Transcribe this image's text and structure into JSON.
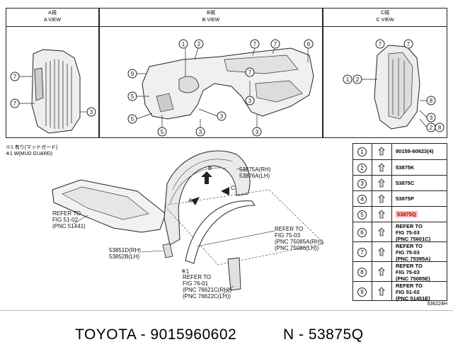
{
  "views": {
    "a": {
      "title_jp": "A視",
      "title_en": "A VIEW"
    },
    "b": {
      "title_jp": "B視",
      "title_en": "B VIEW"
    },
    "c": {
      "title_jp": "C視",
      "title_en": "C VIEW"
    }
  },
  "view_a_callouts": [
    "7",
    "7",
    "3"
  ],
  "view_b_callouts": [
    "1",
    "2",
    "7",
    "7",
    "6",
    "9",
    "5",
    "5",
    "5",
    "3",
    "3",
    "3",
    "3",
    "7"
  ],
  "view_c_callouts": [
    "7",
    "7",
    "1",
    "2",
    "8",
    "3",
    "2",
    "8"
  ],
  "notes": {
    "line1": "※1 有り(マッドガード)",
    "line2": "※1 W(MUD GUARD)"
  },
  "main_labels": {
    "part_a": "53875A(RH)",
    "part_a2": "53876A(LH)",
    "arrow_b": "B",
    "arrow_c": "C",
    "arrow_a": "A",
    "refer_left_1": "REFER TO",
    "refer_left_2": "FIG 51-02",
    "refer_left_3": "(PNC 51441)",
    "part_d": "53851D(RH)",
    "part_d2": "53852B(LH)",
    "mark1": "※1",
    "refer_mid_1": "REFER TO",
    "refer_mid_2": "FIG 75-03",
    "refer_mid_3": "(PNC 75085A(RH))",
    "refer_mid_4": "(PNC 75086(LH))",
    "refer_bot_1": "REFER TO",
    "refer_bot_2": "FIG 76-01",
    "refer_bot_3": "(PNC 76621C(RH))",
    "refer_bot_4": "(PNC 76622C(LH))"
  },
  "legend": [
    {
      "num": "1",
      "text": "90159-60623(4)"
    },
    {
      "num": "2",
      "text": "53875K"
    },
    {
      "num": "3",
      "text": "53875C"
    },
    {
      "num": "4",
      "text": "53875P"
    },
    {
      "num": "5",
      "text": "53875Q",
      "highlight": true
    },
    {
      "num": "6",
      "text": "REFER TO\nFIG 75-03\n(PNC 75601C)"
    },
    {
      "num": "7",
      "text": "REFER TO\nFIG 75-03\n(PNC 75395A)"
    },
    {
      "num": "8",
      "text": "REFER TO\nFIG 75-03\n(PNC 75085E)"
    },
    {
      "num": "9",
      "text": "REFER TO\nFIG 51-02\n(PNC 51451E)"
    }
  ],
  "drawing_id": "536224H",
  "footer": {
    "brand_part": "TOYOTA - 9015960602",
    "ref": "N - 53875Q"
  },
  "highlight_color": "#f7b5b5"
}
